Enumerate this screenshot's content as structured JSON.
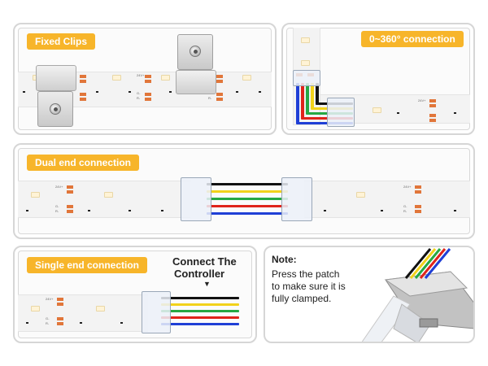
{
  "panels": {
    "fixed_clips": {
      "badge": "Fixed Clips"
    },
    "angle_connection": {
      "badge": "0~360° connection"
    },
    "dual_end": {
      "badge": "Dual end connection"
    },
    "single_end": {
      "badge": "Single end connection",
      "controller_line1": "Connect The",
      "controller_line2": "Controller",
      "arrow": "▼"
    },
    "note": {
      "title": "Note:",
      "line1": "Press the patch",
      "line2": "to make sure it is",
      "line3": "fully clamped."
    }
  },
  "strip_labels": {
    "voltage": "24V+",
    "g": "G-",
    "r": "R-",
    "b": "B-"
  },
  "colors": {
    "badge": "#f7b52a",
    "panel_border": "#d6d6d6",
    "wire_black": "#111111",
    "wire_yellow": "#f2d21b",
    "wire_green": "#27a844",
    "wire_red": "#e0241b",
    "wire_blue": "#1f3fd6",
    "pad": "#e1763a"
  },
  "icons": {
    "arrow": "down-arrow-icon"
  }
}
